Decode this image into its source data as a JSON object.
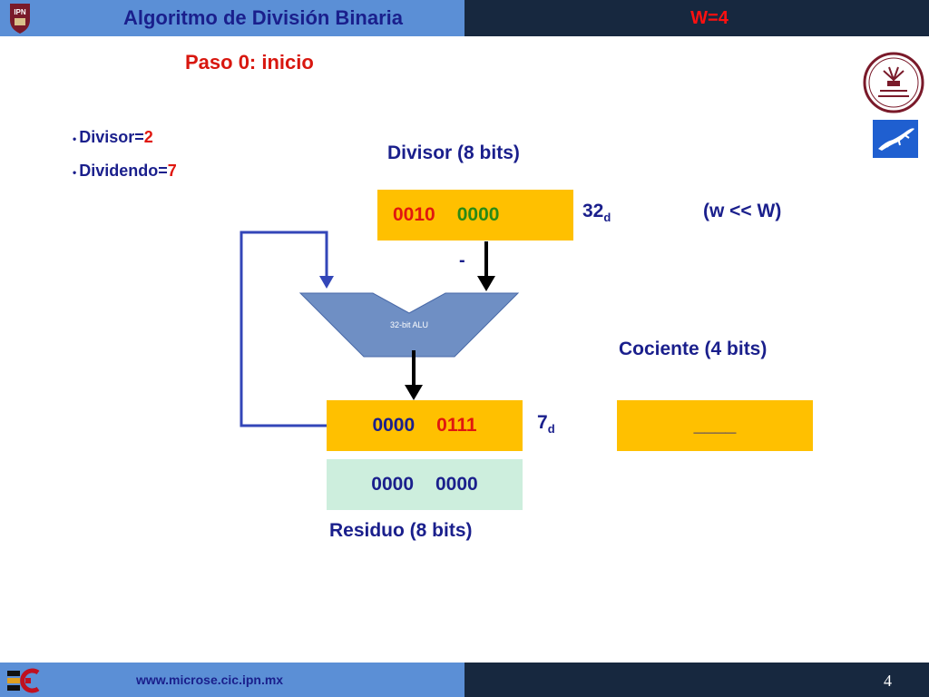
{
  "header": {
    "title": "Algoritmo de División Binaria",
    "w_label": "W=4"
  },
  "step": "Paso 0:  inicio",
  "bullets": [
    {
      "label": "Divisor=",
      "value": "2"
    },
    {
      "label": "Dividendo=",
      "value": "7"
    }
  ],
  "divisor": {
    "label": "Divisor  (8 bits)",
    "high": "0010",
    "low": "0000",
    "decimal": "32",
    "decimal_sub": "d",
    "note": "(w << W)"
  },
  "operator": "-",
  "alu": {
    "label": "32-bit ALU"
  },
  "residuo": {
    "label": "Residuo (8 bits)",
    "upper_high": "0000",
    "upper_low": "0111",
    "decimal": "7",
    "decimal_sub": "d",
    "lower_high": "0000",
    "lower_low": "0000"
  },
  "cociente": {
    "label": "Cociente (4 bits)",
    "value": "____"
  },
  "footer": {
    "url": "www.microse.cic.ipn.mx",
    "page": "4"
  },
  "colors": {
    "header_left": "#5b8fd6",
    "header_right": "#17283f",
    "register": "#ffc000",
    "register_alt": "#cdeedd",
    "text_blue": "#1a1f8c",
    "text_red": "#e0170f",
    "alu": "#6f8fc4"
  },
  "icons": [
    "ipn-crest-icon",
    "red-de-computacion-logo-icon",
    "lizard-logo-icon",
    "cic-logo-icon"
  ]
}
